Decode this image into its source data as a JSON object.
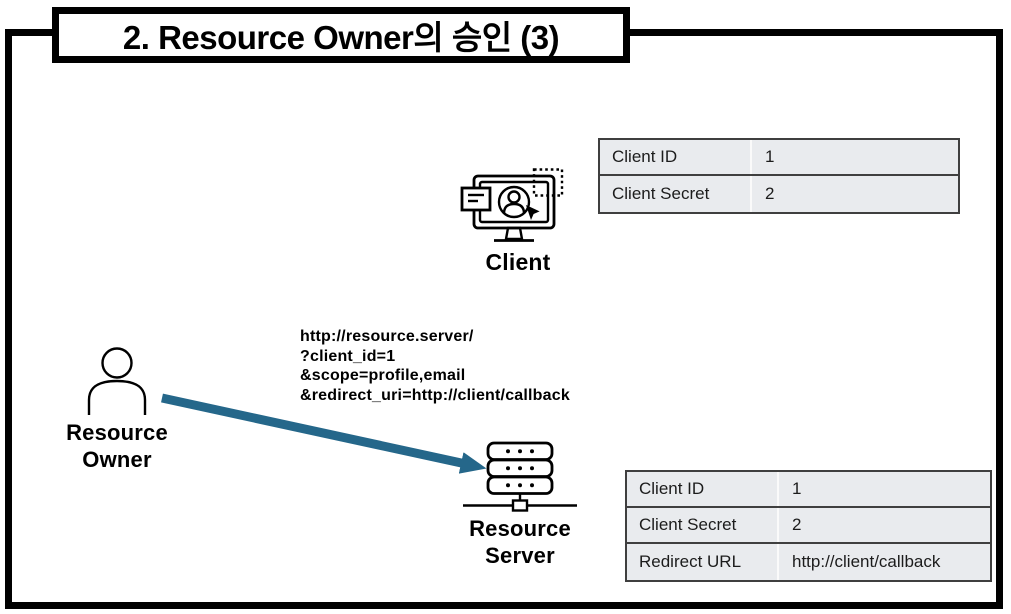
{
  "title": "2. Resource Owner의 승인 (3)",
  "colors": {
    "arrow-color": "#25678a",
    "table-bg": "#e9ebee",
    "table-border": "#3f3f3f"
  },
  "client": {
    "label": "Client",
    "table": {
      "rows": [
        {
          "key": "Client ID",
          "value": "1"
        },
        {
          "key": "Client Secret",
          "value": "2"
        }
      ]
    }
  },
  "resource_owner": {
    "label_line1": "Resource",
    "label_line2": "Owner"
  },
  "request_url": {
    "lines": [
      "http://resource.server/",
      "?client_id=1",
      "&scope=profile,email",
      "&redirect_uri=http://client/callback"
    ]
  },
  "resource_server": {
    "label_line1": "Resource",
    "label_line2": "Server",
    "table": {
      "rows": [
        {
          "key": "Client ID",
          "value": "1"
        },
        {
          "key": "Client Secret",
          "value": "2"
        },
        {
          "key": "Redirect URL",
          "value": "http://client/callback"
        }
      ]
    }
  }
}
